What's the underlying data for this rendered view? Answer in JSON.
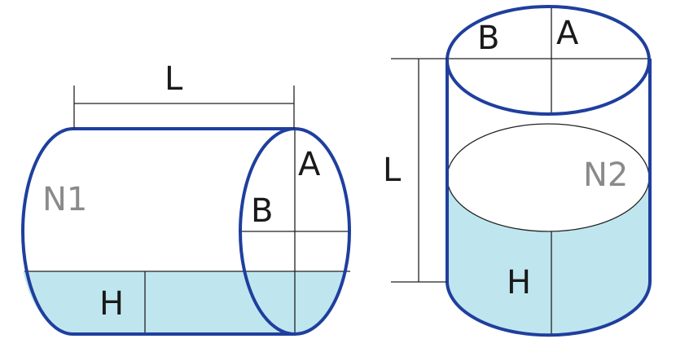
{
  "colors": {
    "outline": "#1f3f9e",
    "liquid": "#bfe6ef",
    "line": "#222222",
    "background": "#ffffff"
  },
  "horizontal_tank": {
    "label_name": "N1",
    "label_length": "L",
    "label_A": "A",
    "label_B": "B",
    "label_H": "H",
    "liquid_level_fraction": 0.3
  },
  "vertical_tank": {
    "label_name": "N2",
    "label_length": "L",
    "label_A": "A",
    "label_B": "B",
    "label_H": "H",
    "liquid_level_fraction": 0.48
  }
}
